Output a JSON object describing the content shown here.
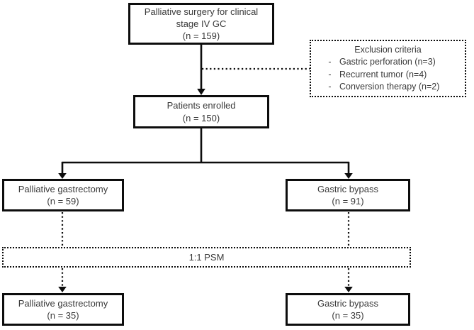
{
  "figure": {
    "background": "#ffffff",
    "line_color": "#0d0d0d",
    "text_color": "#3a3a3a"
  },
  "boxes": {
    "top": {
      "lines": [
        "Palliative surgery for clinical",
        "stage IV GC",
        "(n = 159)"
      ]
    },
    "exclusion": {
      "title": "Exclusion criteria",
      "bullet": "-",
      "items": [
        "Gastric perforation (n=3)",
        "Recurrent tumor (n=4)",
        "Conversion therapy (n=2)"
      ]
    },
    "enrolled": {
      "lines": [
        "Patients enrolled",
        "(n = 150)"
      ]
    },
    "branch_left": {
      "lines": [
        "Palliative gastrectomy",
        "(n = 59)"
      ]
    },
    "branch_right": {
      "lines": [
        "Gastric bypass",
        "(n = 91)"
      ]
    },
    "psm": {
      "label": "1:1 PSM"
    },
    "matched_left": {
      "lines": [
        "Palliative gastrectomy",
        "(n = 35)"
      ]
    },
    "matched_right": {
      "lines": [
        "Gastric bypass",
        "(n = 35)"
      ]
    }
  }
}
